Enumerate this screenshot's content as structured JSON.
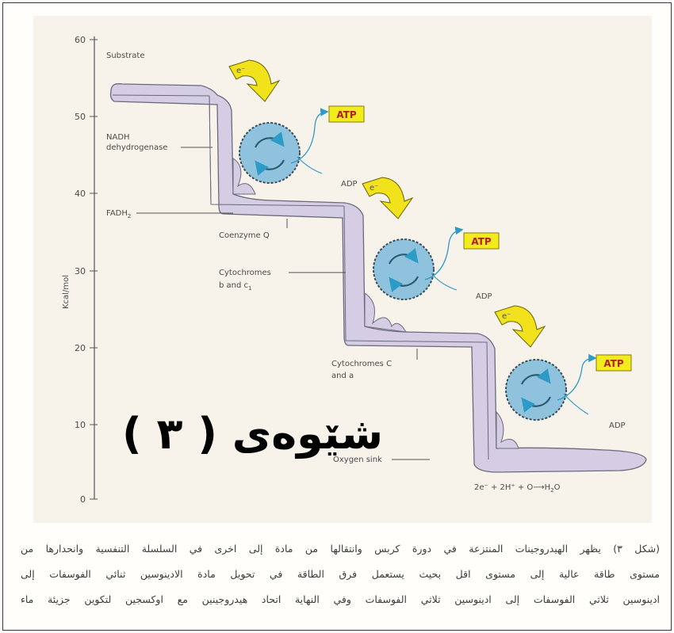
{
  "figure": {
    "y_axis": {
      "label": "Kcal/mol",
      "ticks": [
        "60",
        "50",
        "40",
        "30",
        "20",
        "10",
        "0"
      ]
    },
    "labels": {
      "substrate": "Substrate",
      "nadh_line1": "NADH",
      "nadh_line2": "dehydrogenase",
      "fadh2": "FADH",
      "fadh2_sub": "2",
      "coenzyme_q": "Coenzyme Q",
      "cyt_b_line1": "Cytochromes",
      "cyt_b_line2": "b and c",
      "cyt_b_sub": "1",
      "cyt_c_line1": "Cytochromes C",
      "cyt_c_line2": "and a",
      "oxygen_sink": "Oxygen sink",
      "equation_main": "2e⁻ + 2H⁺ + O⟶H",
      "equation_sub": "2",
      "equation_end": "O"
    },
    "electron_label": "e⁻",
    "atp_label": "ATP",
    "adp_label": "ADP",
    "colors": {
      "stair_fill": "#d4cde4",
      "stair_stroke": "#6a6a7c",
      "atp_box": "#f2ec1c",
      "arrow": "#f1e21b",
      "synthase": "#8fc3dd"
    }
  },
  "figure_number": "شێوەی ( ٣ )",
  "caption": {
    "line1": "(شكل ٣) يظهر الهيدروجينات المنتزعة في دورة كربس وانتقالها من مادة إلى اخرى في السلسلة التنفسية وانحدارها من",
    "line2": "مستوى طاقة عالية إلى مستوى اقل بحيث يستعمل فرق الطاقة في تحويل مادة الادينوسين ثنائي الفوسفات إلى",
    "line3": "ادينوسين ثلاثي الفوسفات إلى ادينوسين ثلاثي الفوسفات وفي النهاية اتحاد هيدروجينين مع اوكسجين لتكوين جزيئة ماء"
  }
}
